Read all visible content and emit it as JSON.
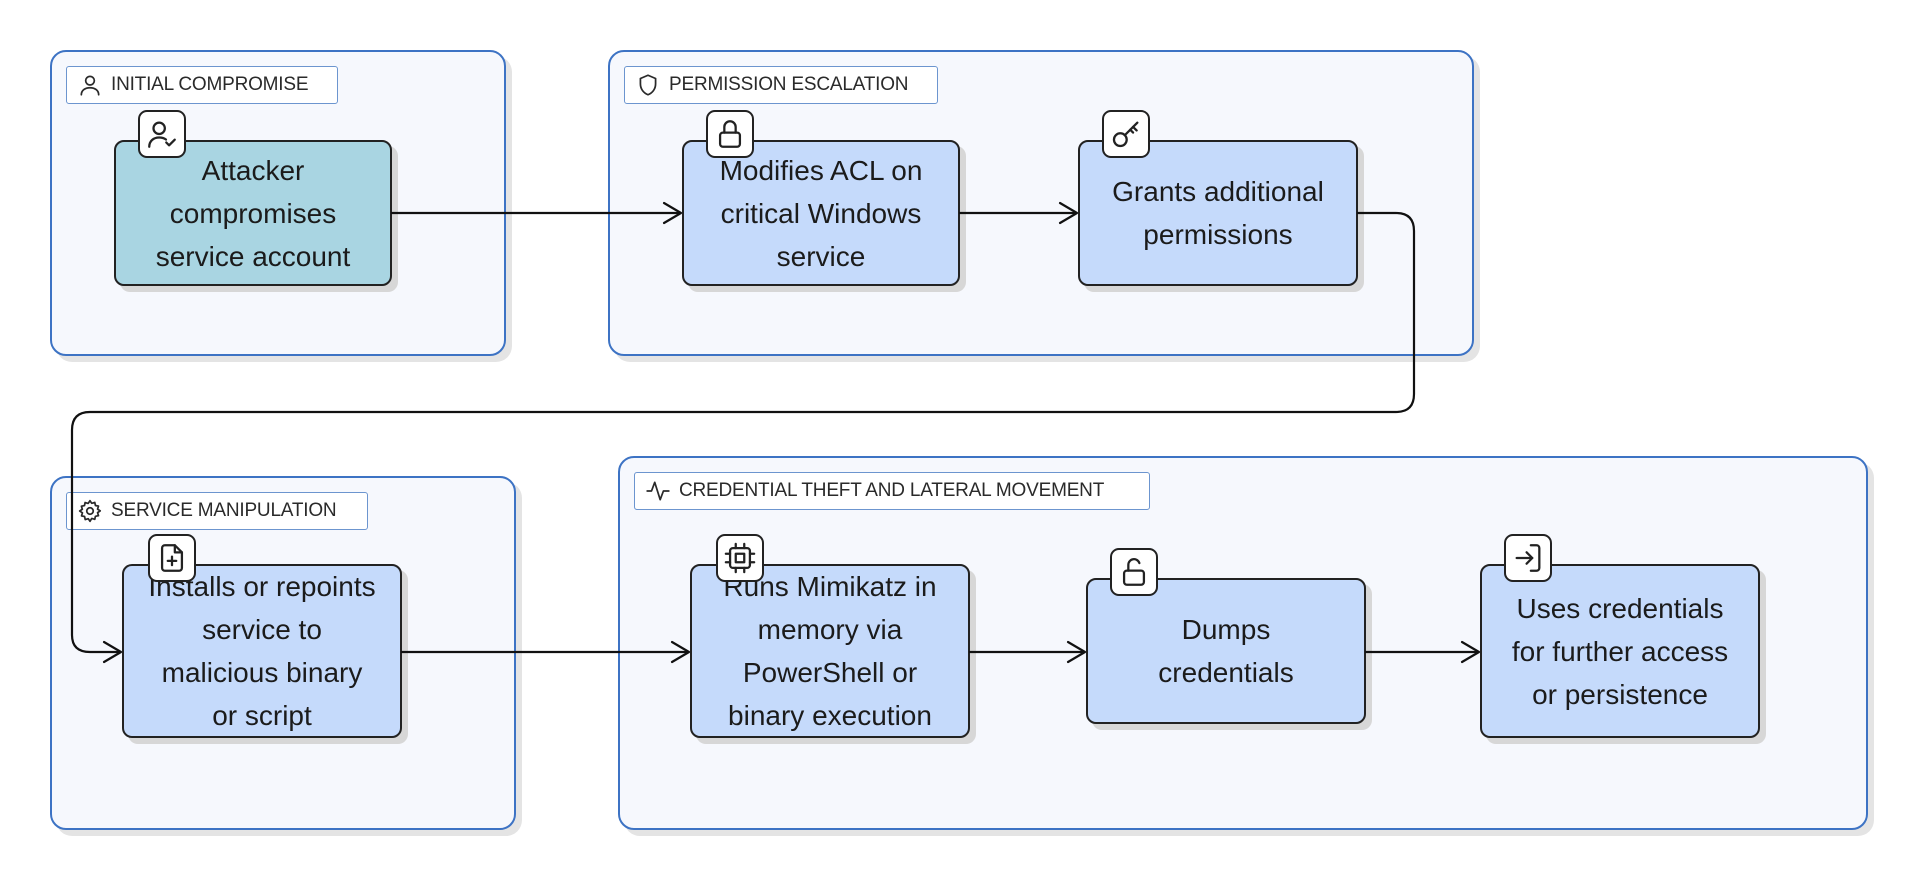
{
  "groups": {
    "initial_compromise": {
      "label": "INITIAL COMPROMISE"
    },
    "permission_escalation": {
      "label": "PERMISSION ESCALATION"
    },
    "service_manipulation": {
      "label": "SERVICE MANIPULATION"
    },
    "credential_theft": {
      "label": "CREDENTIAL THEFT AND LATERAL MOVEMENT"
    }
  },
  "nodes": {
    "compromise": {
      "text": "Attacker compromises service account",
      "icon": "user-check-icon"
    },
    "modify_acl": {
      "text": "Modifies ACL on critical Windows service",
      "icon": "lock-icon"
    },
    "grant_perms": {
      "text": "Grants additional permissions",
      "icon": "key-icon"
    },
    "install_service": {
      "text": "Installs or repoints service to malicious binary or script",
      "icon": "file-plus-icon"
    },
    "run_mimikatz": {
      "text": "Runs Mimikatz in memory via PowerShell or binary execution",
      "icon": "cpu-icon"
    },
    "dump_creds": {
      "text": "Dumps credentials",
      "icon": "unlock-icon"
    },
    "use_creds": {
      "text": "Uses credentials for further access or persistence",
      "icon": "log-in-icon"
    }
  },
  "colors": {
    "group_border": "#3d73c4",
    "group_fill": "#f6f8fd",
    "node_fill": "#c5dafb",
    "start_node_fill": "#a9d5e2",
    "edge": "#111111"
  }
}
